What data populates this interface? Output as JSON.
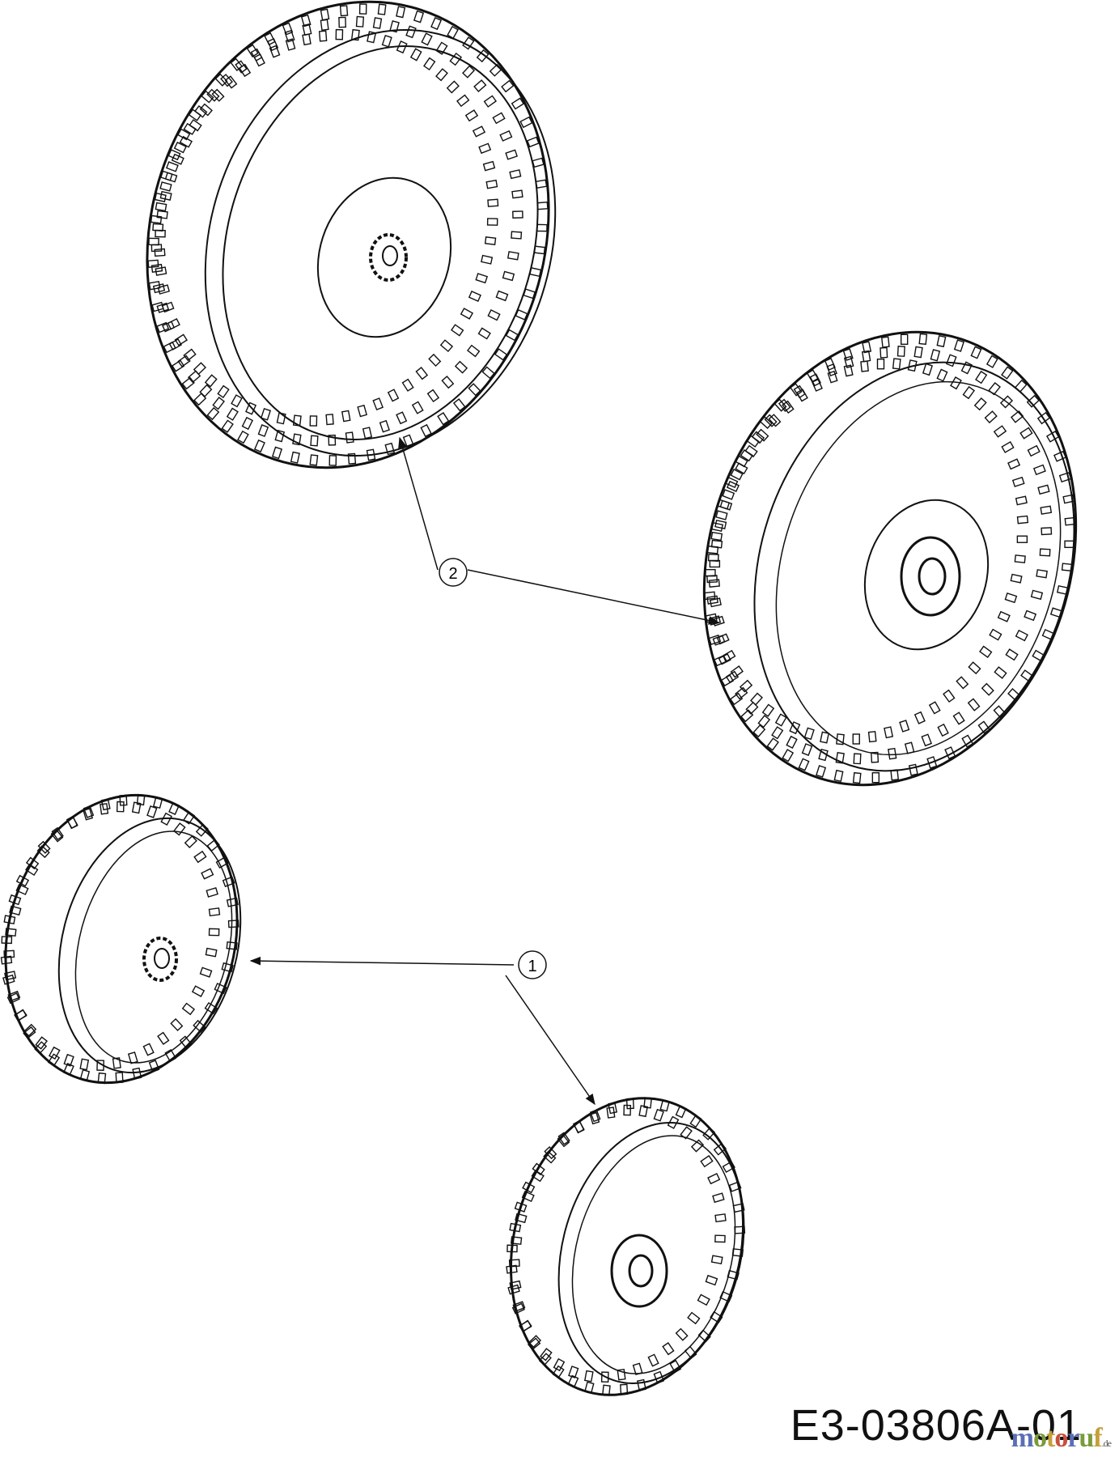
{
  "callouts": [
    {
      "label": "2"
    },
    {
      "label": "1"
    }
  ],
  "drawing_code": "E3-03806A-01",
  "watermark": {
    "letters": [
      "m",
      "o",
      "t",
      "o",
      "r",
      "u",
      "f"
    ],
    "colors": [
      "#5b6fb5",
      "#7b9a3a",
      "#c5a03a",
      "#c9503c",
      "#5b6fb5",
      "#7b9a3a",
      "#c5a03a"
    ],
    "tld": ".de"
  },
  "colors": {
    "line": "#111111",
    "background": "#ffffff"
  }
}
